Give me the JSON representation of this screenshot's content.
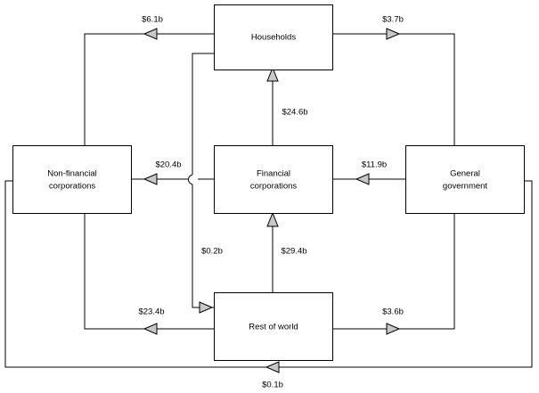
{
  "diagram": {
    "type": "financial-flow-diagram",
    "units": "billions of dollars",
    "nodes": [
      {
        "id": "households",
        "label_line1": "Households",
        "label_line2": ""
      },
      {
        "id": "non-financial-corporations",
        "label_line1": "Non-financial",
        "label_line2": "corporations"
      },
      {
        "id": "financial-corporations",
        "label_line1": "Financial",
        "label_line2": "corporations"
      },
      {
        "id": "general-government",
        "label_line1": "General",
        "label_line2": "government"
      },
      {
        "id": "rest-of-world",
        "label_line1": "Rest of world",
        "label_line2": ""
      }
    ],
    "flows": [
      {
        "id": "households-to-nfc",
        "label": "$6.1b",
        "from": "households",
        "to": "non-financial-corporations"
      },
      {
        "id": "households-to-gov",
        "label": "$3.7b",
        "from": "households",
        "to": "general-government"
      },
      {
        "id": "fc-to-households",
        "label": "$24.6b",
        "from": "financial-corporations",
        "to": "households"
      },
      {
        "id": "fc-to-nfc",
        "label": "$20.4b",
        "from": "financial-corporations",
        "to": "non-financial-corporations"
      },
      {
        "id": "gov-to-fc",
        "label": "$11.9b",
        "from": "general-government",
        "to": "financial-corporations"
      },
      {
        "id": "households-to-row",
        "label": "$0.2b",
        "from": "households",
        "to": "rest-of-world"
      },
      {
        "id": "row-to-fc",
        "label": "$29.4b",
        "from": "rest-of-world",
        "to": "financial-corporations"
      },
      {
        "id": "row-to-nfc",
        "label": "$23.4b",
        "from": "rest-of-world",
        "to": "non-financial-corporations"
      },
      {
        "id": "row-to-gov",
        "label": "$3.6b",
        "from": "rest-of-world",
        "to": "general-government"
      },
      {
        "id": "gov-to-nfc",
        "label": "$0.1b",
        "from": "general-government",
        "to": "non-financial-corporations"
      }
    ]
  },
  "colors": {
    "line": "#000000",
    "arrow_fill": "#c8c8c8",
    "box_fill": "#ffffff",
    "background": "#ffffff"
  }
}
